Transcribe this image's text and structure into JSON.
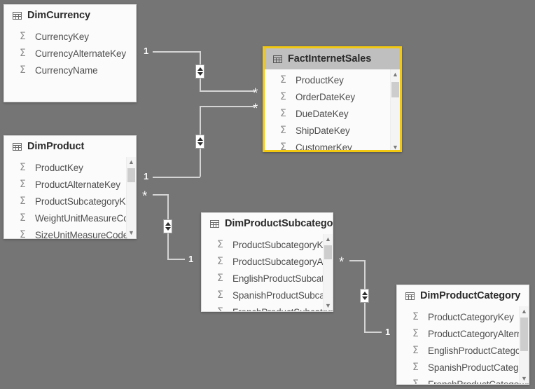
{
  "canvas": {
    "background_color": "#757575",
    "selection_color": "#f2c811",
    "line_color": "#d4d4d4",
    "field_icon": "sigma-icon",
    "table_icon": "grid-icon"
  },
  "tables": [
    {
      "id": "dimcurrency",
      "name": "DimCurrency",
      "selected": false,
      "has_scrollbar": false,
      "fields": [
        {
          "label": "CurrencyKey",
          "icon": "sigma-icon"
        },
        {
          "label": "CurrencyAlternateKey",
          "icon": "sigma-icon"
        },
        {
          "label": "CurrencyName",
          "icon": "sigma-icon"
        }
      ]
    },
    {
      "id": "factinternetsales",
      "name": "FactInternetSales",
      "selected": true,
      "has_scrollbar": true,
      "fields": [
        {
          "label": "ProductKey",
          "icon": "sigma-icon"
        },
        {
          "label": "OrderDateKey",
          "icon": "sigma-icon"
        },
        {
          "label": "DueDateKey",
          "icon": "sigma-icon"
        },
        {
          "label": "ShipDateKey",
          "icon": "sigma-icon"
        },
        {
          "label": "CustomerKey",
          "icon": "sigma-icon"
        }
      ]
    },
    {
      "id": "dimproduct",
      "name": "DimProduct",
      "selected": false,
      "has_scrollbar": true,
      "fields": [
        {
          "label": "ProductKey",
          "icon": "sigma-icon"
        },
        {
          "label": "ProductAlternateKey",
          "icon": "sigma-icon"
        },
        {
          "label": "ProductSubcategoryKey",
          "icon": "sigma-icon"
        },
        {
          "label": "WeightUnitMeasureCode",
          "icon": "sigma-icon"
        },
        {
          "label": "SizeUnitMeasureCode",
          "icon": "sigma-icon"
        }
      ]
    },
    {
      "id": "dimproductsubcategory",
      "name": "DimProductSubcategory",
      "selected": false,
      "has_scrollbar": true,
      "fields": [
        {
          "label": "ProductSubcategoryKey",
          "icon": "sigma-icon"
        },
        {
          "label": "ProductSubcategoryAlternateKey",
          "icon": "sigma-icon"
        },
        {
          "label": "EnglishProductSubcategoryName",
          "icon": "sigma-icon"
        },
        {
          "label": "SpanishProductSubcategoryName",
          "icon": "sigma-icon"
        },
        {
          "label": "FrenchProductSubcategoryName",
          "icon": "sigma-icon"
        }
      ]
    },
    {
      "id": "dimproductcategory",
      "name": "DimProductCategory",
      "selected": false,
      "has_scrollbar": true,
      "fields": [
        {
          "label": "ProductCategoryKey",
          "icon": "sigma-icon"
        },
        {
          "label": "ProductCategoryAlternateKey",
          "icon": "sigma-icon"
        },
        {
          "label": "EnglishProductCategoryName",
          "icon": "sigma-icon"
        },
        {
          "label": "SpanishProductCategoryName",
          "icon": "sigma-icon"
        },
        {
          "label": "FrenchProductCategoryName",
          "icon": "sigma-icon"
        }
      ]
    }
  ],
  "relationships": [
    {
      "id": "rel-currency-fact",
      "from_table": "DimCurrency",
      "to_table": "FactInternetSales",
      "from_cardinality": "1",
      "to_cardinality": "*",
      "cross_filter": "both"
    },
    {
      "id": "rel-product-fact",
      "from_table": "DimProduct",
      "to_table": "FactInternetSales",
      "from_cardinality": "1",
      "to_cardinality": "*",
      "cross_filter": "both"
    },
    {
      "id": "rel-subcategory-product",
      "from_table": "DimProduct",
      "to_table": "DimProductSubcategory",
      "from_cardinality": "*",
      "to_cardinality": "1",
      "cross_filter": "both"
    },
    {
      "id": "rel-category-subcategory",
      "from_table": "DimProductSubcategory",
      "to_table": "DimProductCategory",
      "from_cardinality": "*",
      "to_cardinality": "1",
      "cross_filter": "both"
    }
  ]
}
